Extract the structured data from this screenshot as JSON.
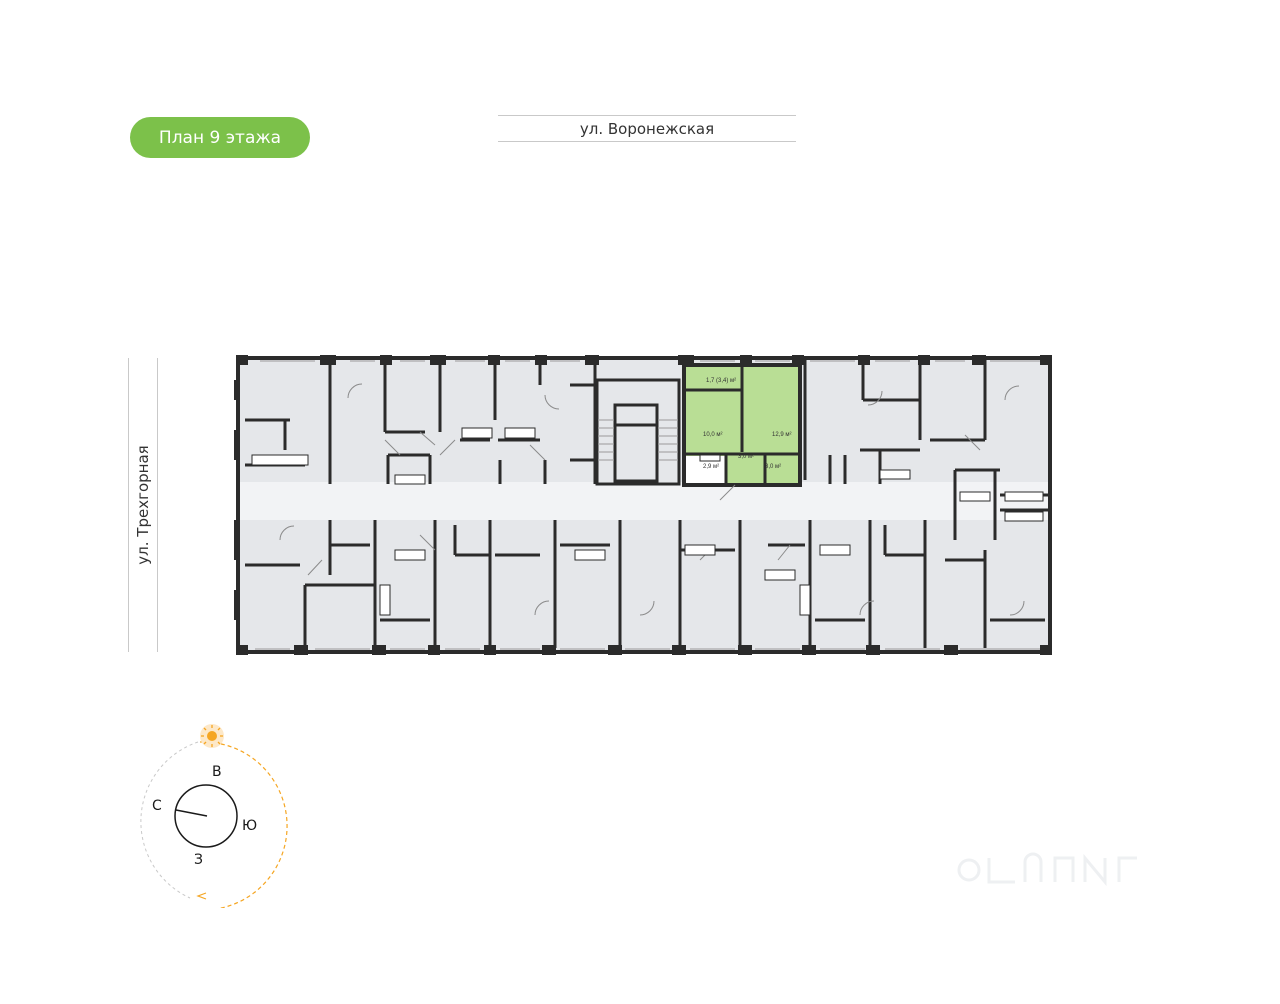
{
  "floor_label": "План 9 этажа",
  "streets": {
    "top": "ул. Воронежская",
    "left": "ул. Трехгорная"
  },
  "apartment": {
    "rooms": [
      {
        "area": "1,7 (3,4) м²"
      },
      {
        "area": "10,0 м²"
      },
      {
        "area": "12,9 м²"
      },
      {
        "area": "2,9 м²"
      },
      {
        "area": "3,0 м²"
      },
      {
        "area": "3,0 м²"
      }
    ]
  },
  "compass": {
    "north": "С",
    "east": "В",
    "south": "Ю",
    "west": "З",
    "icon": "sun-icon"
  },
  "colors": {
    "accent": "#7cc14a",
    "highlight": "#b9de95",
    "wall": "#2b2b2b",
    "room_fill": "#e5e7ea",
    "sun": "#f5a623"
  }
}
